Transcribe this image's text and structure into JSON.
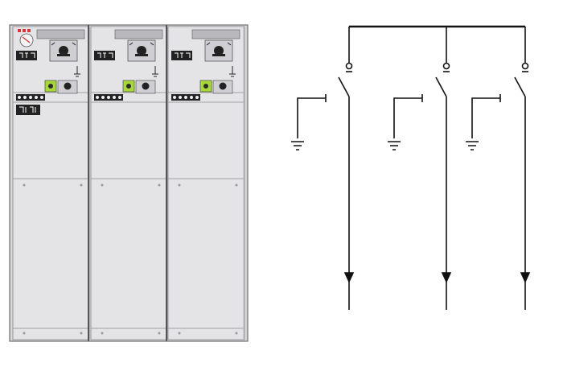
{
  "switchgear": {
    "panel_count": 3,
    "colors": {
      "cabinet": "#e4e4e6",
      "cabinet_dark": "#c9c9cc",
      "edge": "#8a8a8e",
      "indicator_green": "#a8d83a",
      "dial_red": "#d23a3a",
      "symbol": "#1a1a1a"
    }
  },
  "single_line_diagram": {
    "feeder_count": 3,
    "elements": [
      "busbar",
      "disconnector",
      "earthing-switch",
      "cable-termination"
    ],
    "line_color": "#111111"
  }
}
